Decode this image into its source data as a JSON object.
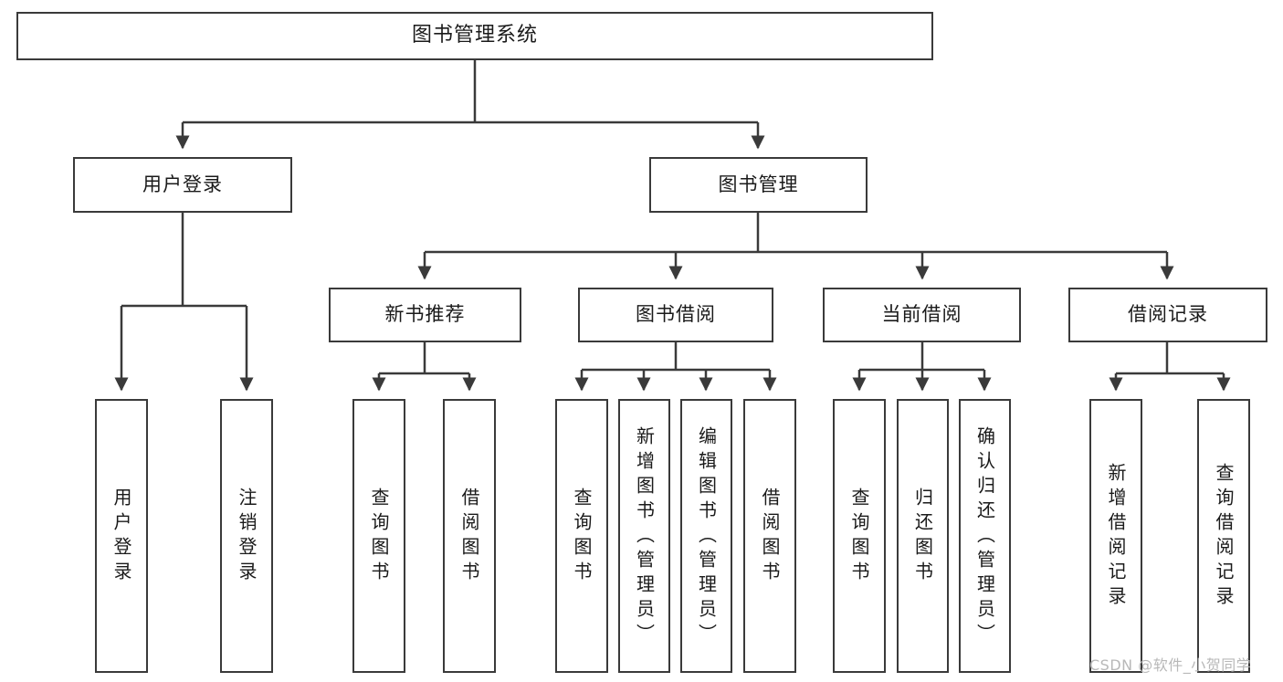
{
  "diagram": {
    "title": "图书管理系统",
    "type": "tree",
    "colors": {
      "stroke": "#3a3a3a",
      "fill": "#ffffff",
      "text": "#1a1a1a",
      "watermark": "#b8b8b8",
      "background": "#ffffff"
    },
    "root": {
      "label": "图书管理系统"
    },
    "level1": [
      {
        "label": "用户登录"
      },
      {
        "label": "图书管理"
      }
    ],
    "level2": [
      {
        "label": "新书推荐"
      },
      {
        "label": "图书借阅"
      },
      {
        "label": "当前借阅"
      },
      {
        "label": "借阅记录"
      }
    ],
    "leaves": {
      "user_login": [
        {
          "label": "用户登录"
        },
        {
          "label": "注销登录"
        }
      ],
      "new_book_recommend": [
        {
          "label": "查询图书"
        },
        {
          "label": "借阅图书"
        }
      ],
      "book_borrow": [
        {
          "label": "查询图书"
        },
        {
          "label": "新增图书（管理员）"
        },
        {
          "label": "编辑图书（管理员）"
        },
        {
          "label": "借阅图书"
        }
      ],
      "current_borrow": [
        {
          "label": "查询图书"
        },
        {
          "label": "归还图书"
        },
        {
          "label": "确认归还（管理员）"
        }
      ],
      "borrow_record": [
        {
          "label": "新增借阅记录"
        },
        {
          "label": "查询借阅记录"
        }
      ]
    }
  },
  "watermark": {
    "text": "CSDN @软件_小贺同学"
  }
}
